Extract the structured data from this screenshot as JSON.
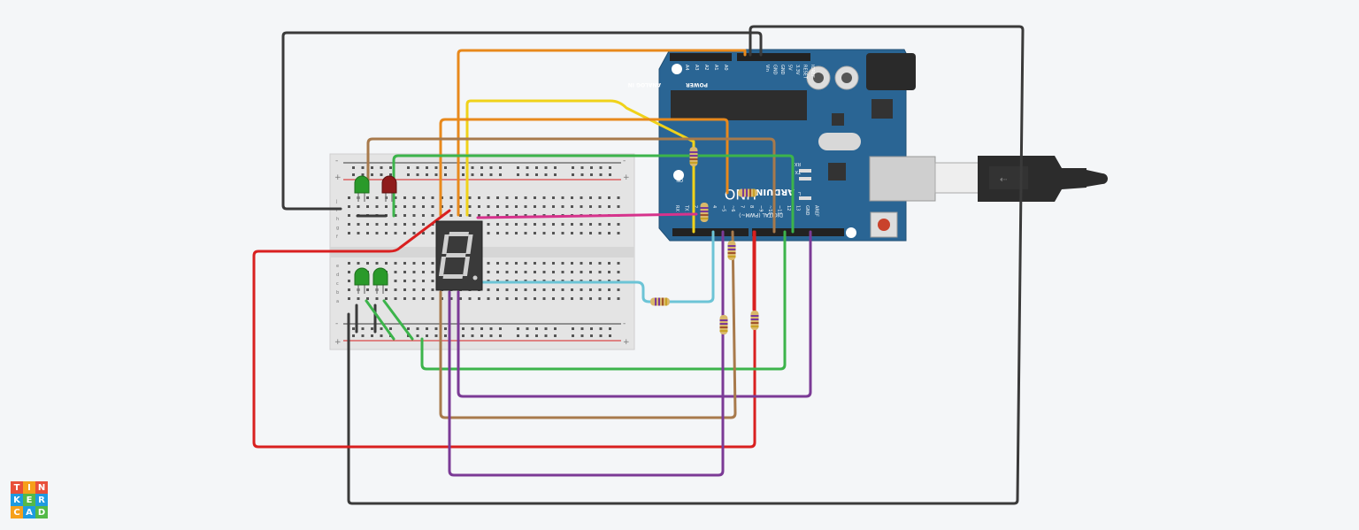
{
  "app": {
    "logo_letters": [
      "T",
      "I",
      "N",
      "K",
      "E",
      "R",
      "C",
      "A",
      "D"
    ]
  },
  "logo_colors": [
    "#e8503a",
    "#f6a01a",
    "#e8503a",
    "#1f9be0",
    "#54b948",
    "#1f9be0",
    "#f6a01a",
    "#1f9be0",
    "#54b948"
  ],
  "arduino": {
    "board_color": "#2a6594",
    "brand": "ARDUINO",
    "model": "UNO",
    "header_power": "POWER",
    "header_analog": "ANALOG IN",
    "header_digital": "DIGITAL (PWM~)",
    "on_label": "ON",
    "tx_label": "TX",
    "rx_label": "RX",
    "l_label": "L",
    "power_pins": [
      "IOREF",
      "RESET",
      "3.3V",
      "5V",
      "GND",
      "GND",
      "Vin"
    ],
    "analog_pins": [
      "A0",
      "A1",
      "A2",
      "A3",
      "A4",
      "A5"
    ],
    "digital_pins": [
      "AREF",
      "GND",
      "13",
      "12",
      "~11",
      "~10",
      "~9",
      "8",
      "7",
      "~6",
      "~5",
      "4",
      "~3",
      "2",
      "TX 1",
      "RX 0"
    ]
  },
  "breadboard": {
    "row_letters_top": [
      "j",
      "i",
      "h",
      "g",
      "f"
    ],
    "row_letters_bottom": [
      "e",
      "d",
      "c",
      "b",
      "a"
    ],
    "plus": "+",
    "minus": "-"
  },
  "wire_colors": {
    "black": "#3a3a3a",
    "orange": "#e8891c",
    "yellow": "#f0d21a",
    "brown": "#a87a4c",
    "green": "#3cb44b",
    "red": "#d92020",
    "purple": "#7b3a96",
    "magenta": "#d6338c",
    "cyan": "#6cc4d6"
  }
}
